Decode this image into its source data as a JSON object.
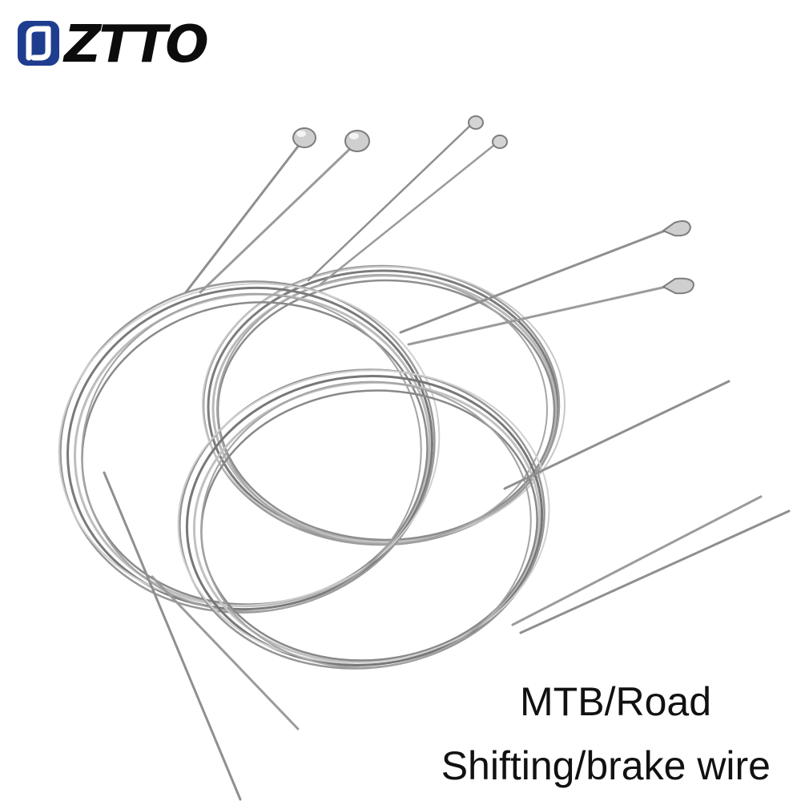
{
  "brand": {
    "name": "ZTTO",
    "logo_colors": {
      "emblem": "#1f3d8f",
      "text": "#0c0c0c"
    }
  },
  "caption": {
    "line1": "MTB/Road",
    "line2": "Shifting/brake wire"
  },
  "product": {
    "subject": "steel-cable-coils",
    "colors": {
      "cable": "#9a9a9a",
      "cable_dark": "#6b6b6b",
      "cable_light": "#d4d4d4",
      "background": "#ffffff"
    }
  }
}
